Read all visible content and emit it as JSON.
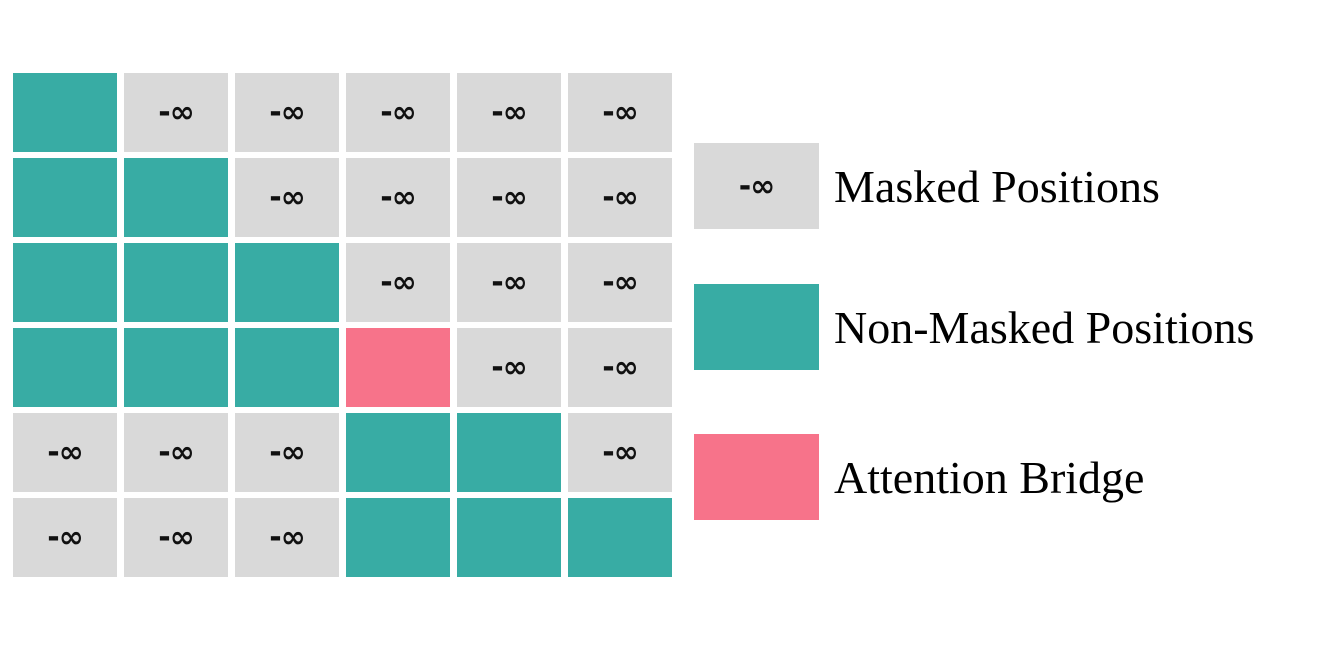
{
  "colors": {
    "masked": "#d9d9d9",
    "non_masked": "#38aca4",
    "bridge": "#f7738a"
  },
  "mask_symbol": "-∞",
  "matrix": [
    [
      "non_masked",
      "masked",
      "masked",
      "masked",
      "masked",
      "masked"
    ],
    [
      "non_masked",
      "non_masked",
      "masked",
      "masked",
      "masked",
      "masked"
    ],
    [
      "non_masked",
      "non_masked",
      "non_masked",
      "masked",
      "masked",
      "masked"
    ],
    [
      "non_masked",
      "non_masked",
      "non_masked",
      "bridge",
      "masked",
      "masked"
    ],
    [
      "masked",
      "masked",
      "masked",
      "non_masked",
      "non_masked",
      "masked"
    ],
    [
      "masked",
      "masked",
      "masked",
      "non_masked",
      "non_masked",
      "non_masked"
    ]
  ],
  "legend": [
    {
      "key": "masked",
      "label": "Masked Positions",
      "swatch_text": "-∞"
    },
    {
      "key": "non_masked",
      "label": "Non-Masked Positions",
      "swatch_text": ""
    },
    {
      "key": "bridge",
      "label": "Attention Bridge",
      "swatch_text": ""
    }
  ]
}
